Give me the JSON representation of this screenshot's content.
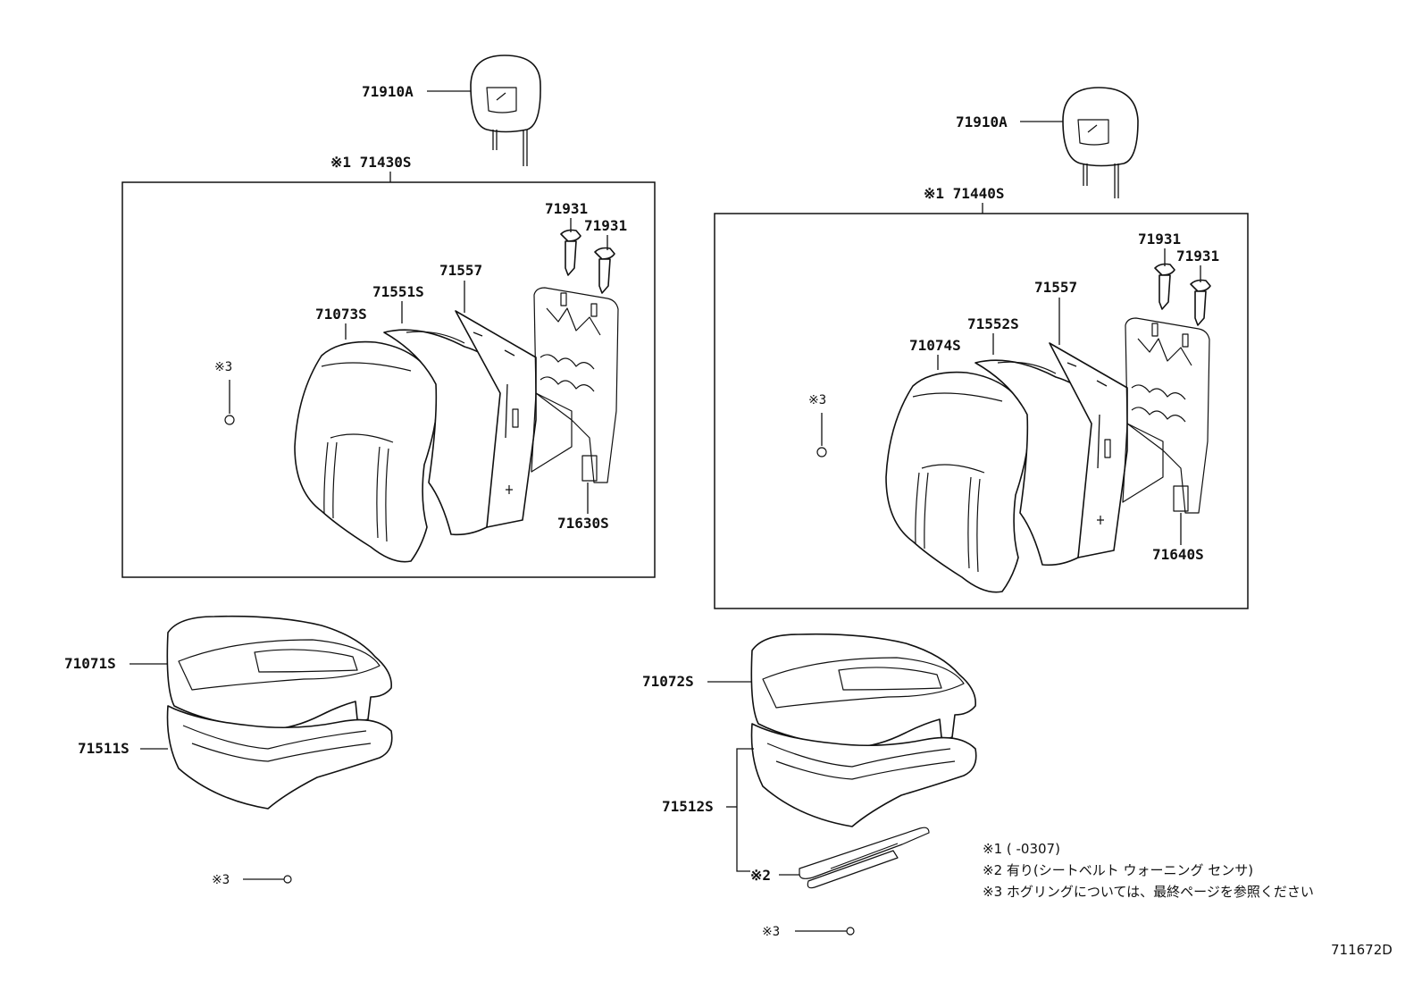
{
  "labels": {
    "headrest_left": "71910A",
    "headrest_right": "71910A",
    "back_assy_left": "※1 71430S",
    "back_assy_right": "※1 71440S",
    "support_left_1": "71931",
    "support_left_2": "71931",
    "support_right_1": "71931",
    "support_right_2": "71931",
    "board_left": "71557",
    "board_right": "71557",
    "pad_left": "71551S",
    "pad_right": "71552S",
    "cover_left": "71073S",
    "cover_right": "71074S",
    "frame_left": "71630S",
    "frame_right": "71640S",
    "ring_left": "※3",
    "ring_right": "※3",
    "cushion_cover_left": "71071S",
    "cushion_pad_left": "71511S",
    "cushion_cover_right": "71072S",
    "cushion_pad_right": "71512S",
    "sensor": "※2",
    "ring_bottom_left": "※3",
    "ring_bottom_right": "※3"
  },
  "notes": [
    "※1 (      -0307)",
    "※2 有り(シートベルト ウォーニング センサ)",
    "※3 ホグリングについては、最終ページを参照ください"
  ],
  "diagram_id": "711672D"
}
